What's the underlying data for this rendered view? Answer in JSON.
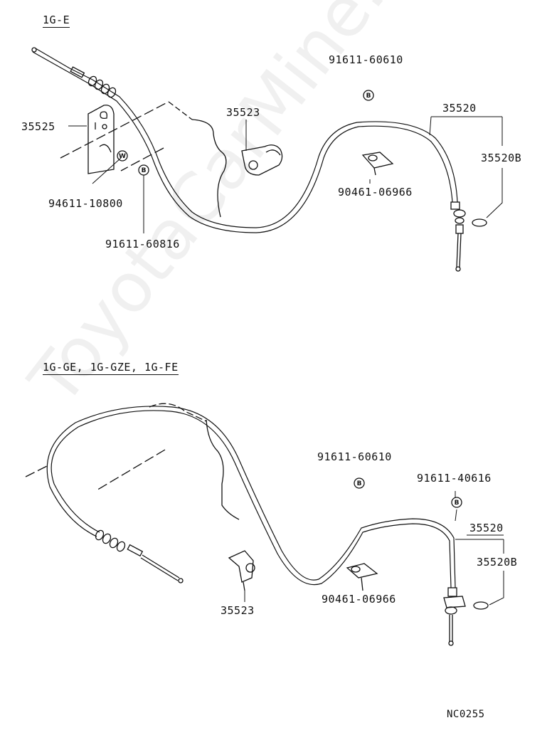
{
  "sections": [
    {
      "title": "1G-E",
      "labels": {
        "p35525": "35525",
        "p94611": "94611-10800",
        "p91611a": "91611-60816",
        "p35523": "35523",
        "p91611b": "91611-60610",
        "p90461": "90461-06966",
        "p35520": "35520",
        "p35520B": "35520B"
      },
      "badges": {
        "w": "W",
        "b1": "B",
        "b2": "B"
      }
    },
    {
      "title": "1G-GE, 1G-GZE, 1G-FE",
      "labels": {
        "p91611b": "91611-60610",
        "p91611c": "91611-40616",
        "p35520": "35520",
        "p35520B": "35520B",
        "p35523": "35523",
        "p90461": "90461-06966"
      },
      "badges": {
        "b1": "B",
        "b2": "B"
      }
    }
  ],
  "watermark": "ToyotaCarMine.ru",
  "reference_code": "NC0255"
}
